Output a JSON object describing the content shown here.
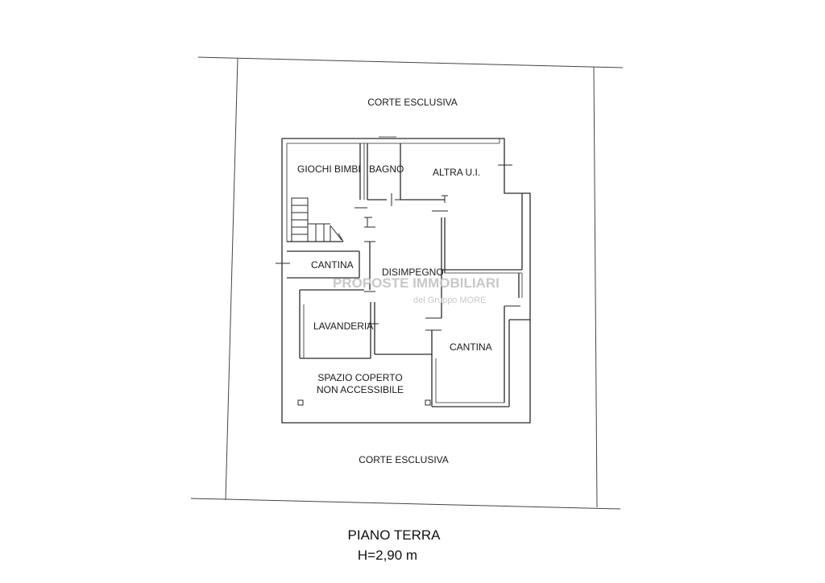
{
  "rooms": {
    "corte_top": "CORTE ESCLUSIVA",
    "giochi_bimbi": "GIOCHI BIMBI",
    "bagno": "BAGNO",
    "altra_ui": "ALTRA U.I.",
    "cantina_left": "CANTINA",
    "disimpegno": "DISIMPEGNO",
    "lavanderia": "LAVANDERIA",
    "cantina_right": "CANTINA",
    "spazio_coperto_1": "SPAZIO COPERTO",
    "spazio_coperto_2": "NON ACCESSIBILE",
    "corte_bottom": "CORTE ESCLUSIVA"
  },
  "watermark": {
    "line1": "PROPOSTE IMMOBILIARI",
    "line2": "del Gruppo MORE"
  },
  "footer": {
    "floor_name": "PIANO TERRA",
    "height": "H=2,90 m"
  }
}
